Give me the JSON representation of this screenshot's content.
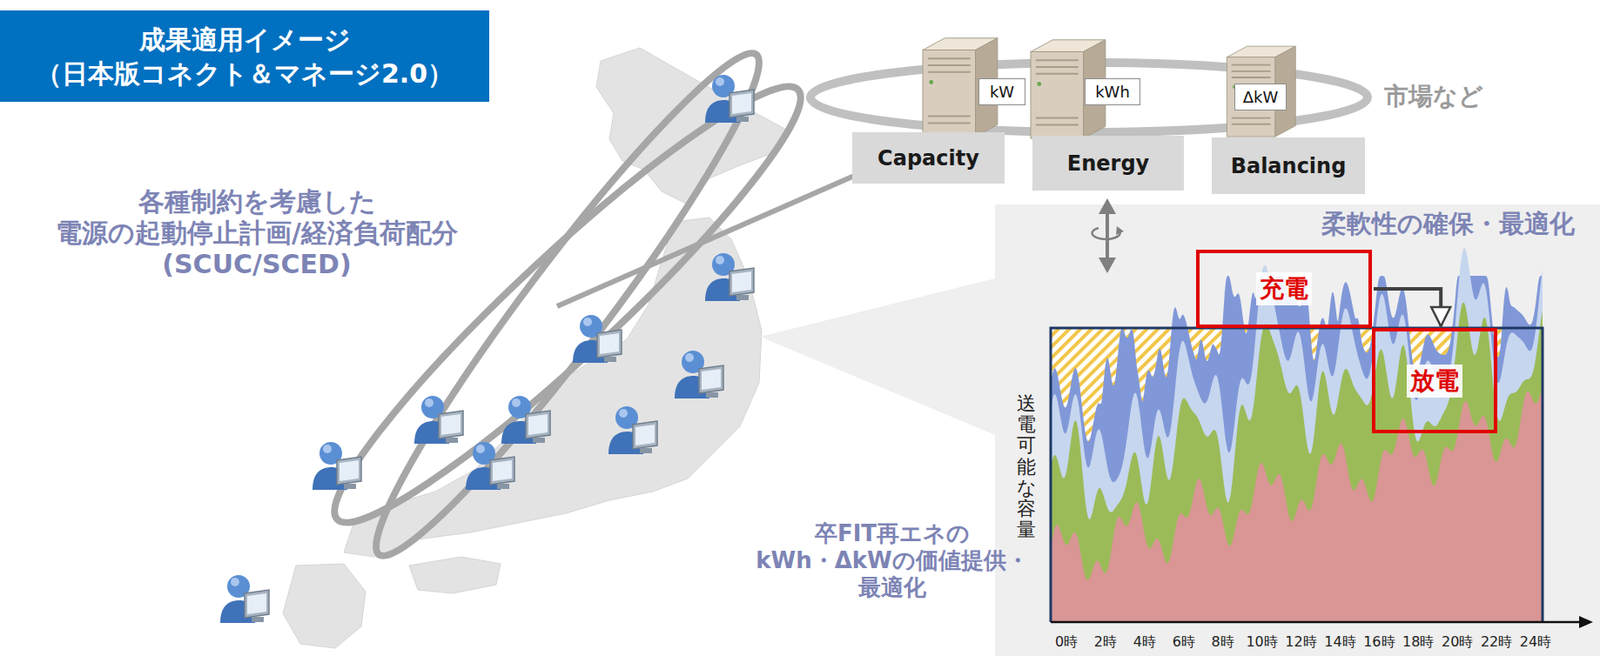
{
  "diagram": {
    "title": "成果適用イメージ （日本版コネクト＆マネージ2.0）",
    "nodes": [
      {
        "text": [
          "kW"
        ]
      },
      {
        "text": [
          "kWh"
        ]
      },
      {
        "text": [
          "ΔkW"
        ]
      },
      {
        "text": [
          "Capacity"
        ]
      },
      {
        "text": [
          "Energy"
        ]
      },
      {
        "text": [
          "Balancing"
        ]
      },
      {
        "text": [
          "充電"
        ]
      },
      {
        "text": [
          "放電"
        ]
      }
    ],
    "edges": [
      {
        "from": 6,
        "to": 7,
        "arrow": "to"
      }
    ],
    "labels": [
      "各種制約を考慮した 電源の起動停止計画/経済負荷配分 (SCUC/SCED)",
      "市場など",
      "柔軟性の確保・最適化",
      "卒FIT再エネの kWh・ΔkWの価値提供・最適化",
      "送電可能な容量",
      "0時",
      "2時",
      "4時",
      "6時",
      "8時",
      "10時",
      "12時",
      "14時",
      "16時",
      "18時",
      "20時",
      "22時",
      "24時"
    ]
  }
}
